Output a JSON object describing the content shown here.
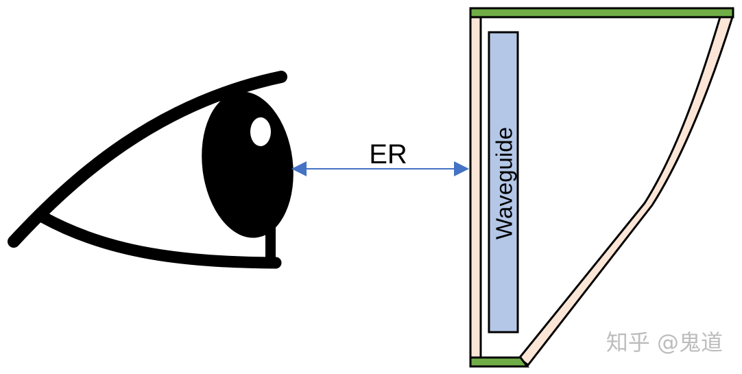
{
  "diagram": {
    "dimension_label": "ER",
    "component_label": "Waveguide",
    "watermark": "知乎 @鬼道"
  },
  "colors": {
    "eye": "#000000",
    "arrow": "#4472c4",
    "waveguide_fill": "#b4c7e7",
    "housing_fill": "#fbe5d6",
    "housing_cap": "#70ad47",
    "outline": "#000000",
    "watermark": "#bdbdbd"
  },
  "icons": {
    "eye": "eye-icon"
  }
}
